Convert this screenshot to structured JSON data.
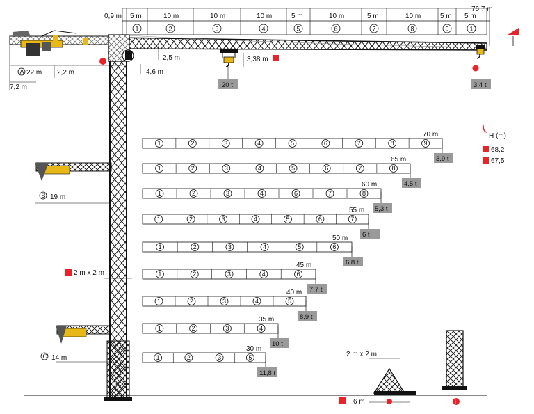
{
  "top_dims": {
    "labels": [
      "0,9 m",
      "5 m",
      "10 m",
      "10 m",
      "10 m",
      "5 m",
      "10 m",
      "5 m",
      "10 m",
      "5 m",
      "5 m"
    ],
    "segments": [
      "1",
      "2",
      "3",
      "4",
      "5",
      "6",
      "7",
      "8",
      "9",
      "10"
    ],
    "total": "76,7 m"
  },
  "crane_dims": {
    "a_label": "A",
    "a_value": "22 m",
    "b_label": "B",
    "b_value": "19 m",
    "c_label": "C",
    "c_value": "14 m",
    "d_22": "2,2 m",
    "d_72": "7,2 m",
    "d_25": "2,5 m",
    "d_46": "4,6 m",
    "d_338": "3,38 m",
    "mast": "2 m x 2 m",
    "base": "2 m x 2 m",
    "base_width": "6 m"
  },
  "loads": {
    "hook_center": "20 t",
    "hook_tip": "3,4 t"
  },
  "legend": {
    "height_label": "H (m)",
    "value_a": "68,2",
    "value_b": "67,5"
  },
  "chart_data": {
    "type": "table",
    "configurations": [
      {
        "jib": "70 m",
        "segments": [
          "1",
          "2",
          "3",
          "4",
          "5",
          "6",
          "7",
          "8",
          "9"
        ],
        "tip_load": "3,9 t"
      },
      {
        "jib": "65 m",
        "segments": [
          "1",
          "2",
          "3",
          "4",
          "5",
          "6",
          "7",
          "8"
        ],
        "tip_load": "4,5 t"
      },
      {
        "jib": "60 m",
        "segments": [
          "1",
          "2",
          "3",
          "4",
          "6",
          "7",
          "8"
        ],
        "tip_load": "5,3 t"
      },
      {
        "jib": "55 m",
        "segments": [
          "1",
          "2",
          "3",
          "4",
          "5",
          "6",
          "7"
        ],
        "tip_load": "6 t"
      },
      {
        "jib": "50 m",
        "segments": [
          "1",
          "2",
          "3",
          "4",
          "5",
          "6"
        ],
        "tip_load": "6,8 t"
      },
      {
        "jib": "45 m",
        "segments": [
          "1",
          "2",
          "3",
          "4",
          "6"
        ],
        "tip_load": "7,7 t"
      },
      {
        "jib": "40 m",
        "segments": [
          "1",
          "2",
          "3",
          "4",
          "5"
        ],
        "tip_load": "8,9 t"
      },
      {
        "jib": "35 m",
        "segments": [
          "1",
          "2",
          "3",
          "4"
        ],
        "tip_load": "10 t"
      },
      {
        "jib": "30 m",
        "segments": [
          "1",
          "2",
          "3",
          "5"
        ],
        "tip_load": "11,8 t"
      }
    ]
  },
  "colors": {
    "accent_red": "#e8242b",
    "crane_yellow": "#e8b818",
    "badge_gray": "#9a9a9a"
  }
}
